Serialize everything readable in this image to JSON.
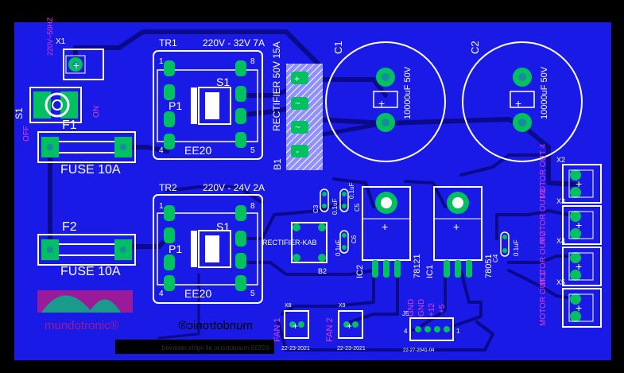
{
  "colors": {
    "background": "#000000",
    "board": "#1a1ae6",
    "trace": "#0a0a8a",
    "silkscreen": "#ffffff",
    "pad": "#00c060",
    "pad_hole": "#1a8aa0",
    "label_magenta": "#e040e0",
    "logo_teal": "#1a9a8a",
    "logo_bar": "#9a1a9a"
  },
  "silkscreen": {
    "x1": "X1",
    "x1_rating": "220V~50HZ",
    "s1": "S1",
    "s1_off": "OFF",
    "s1_on": "ON",
    "f1": "F1",
    "f1_fuse": "FUSE 10A",
    "f2": "F2",
    "f2_fuse": "FUSE 10A",
    "tr1": "TR1",
    "tr1_rating": "220V - 32V 7A",
    "tr1_core": "EE20",
    "tr1_p1": "P1",
    "tr1_s1": "S1",
    "tr1_pin1": "1",
    "tr1_pin4": "4",
    "tr1_pin8": "8",
    "tr1_pin5": "5",
    "tr2": "TR2",
    "tr2_rating": "220V - 24V 2A",
    "tr2_core": "EE20",
    "tr2_p1": "P1",
    "tr2_s1": "S1",
    "tr2_pin1": "1",
    "tr2_pin4": "4",
    "tr2_pin8": "8",
    "tr2_pin5": "5",
    "b1": "B1",
    "b1_label": "RECTIFIER 50V 15A",
    "c1": "C1",
    "c1_value": "10000uF 50V",
    "c2": "C2",
    "c2_value": "10000uF 50V",
    "b2": "B2",
    "b2_label": "RECTIFIER-KAB",
    "c3": "C3",
    "c3_value": "0.1uF",
    "c4": "C4",
    "c4_value": "0.1uF",
    "c5": "C5",
    "c5_value": "0.1uF",
    "c6": "C6",
    "c6_value": "0.1uF",
    "ic1": "IC1",
    "ic1_part": "78121",
    "ic2": "IC2",
    "ic2_part": "78051",
    "x2": "X2",
    "x3": "X3",
    "x4": "X4",
    "x5": "X5",
    "motor_out4": "MOTOR OUT 4",
    "motor_out3": "MOTOR OUT 3",
    "motor_out2": "MOTOR OUT 2",
    "motor_out1": "MOTOR OUT 1",
    "fan1": "FAN 1",
    "fan2": "FAN 2",
    "x8": "X8",
    "x9": "X9",
    "x8_part": "22-23-2021",
    "x9_part": "22-23-2021",
    "j5": "J5",
    "j5_part": "22-27-2041-04",
    "gnd1": "GND",
    "gnd2": "GND",
    "plus12": "+12",
    "plus5": "+5",
    "brand": "mundotronic®",
    "brand_mirror": "mundotronic®",
    "copyright_mirror": "©2016 mundotronic all rights reserved"
  }
}
